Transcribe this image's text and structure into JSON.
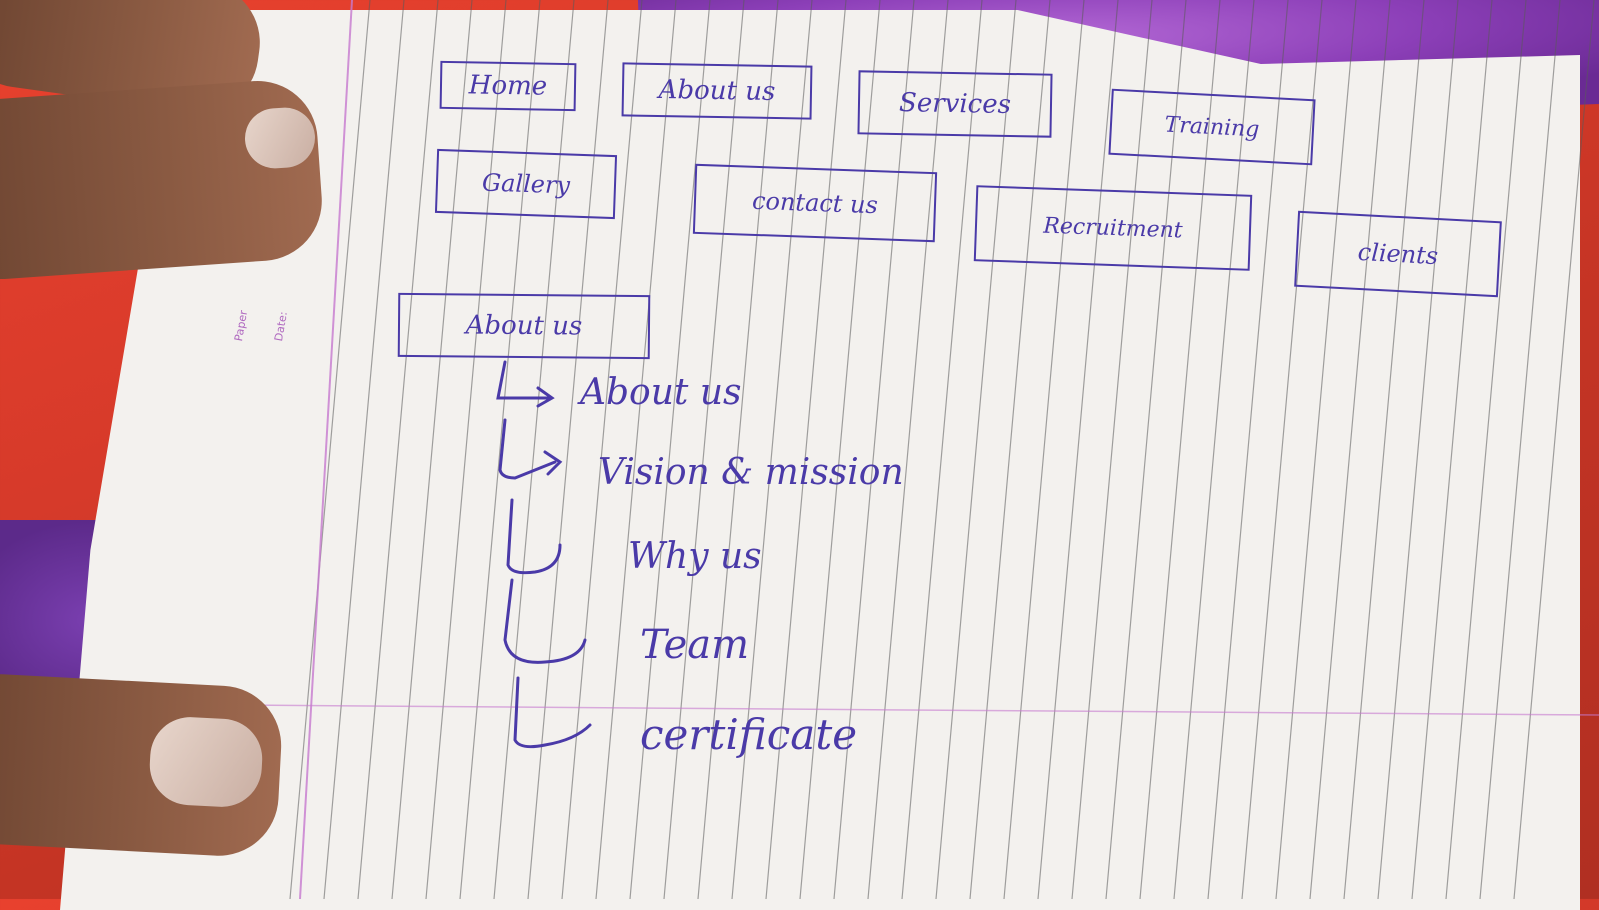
{
  "sketch": {
    "nav_row1": [
      "Home",
      "About us",
      "Services",
      "Training"
    ],
    "nav_row2": [
      "Gallery",
      "contact us",
      "Recruitment",
      "clients"
    ],
    "section_title": "About us",
    "submenu": [
      "About us",
      "Vision & mission",
      "Why us",
      "Team",
      "certificate"
    ],
    "margin_text": [
      "Paper",
      "Date:"
    ]
  },
  "colors": {
    "ink": "#4a3aa8",
    "paper": "#f3f1ee",
    "ruling": "#4a4a4a",
    "margin": "#c77ad0",
    "fabric_red": "#d63a2a",
    "fabric_purple": "#8c3fb8"
  }
}
